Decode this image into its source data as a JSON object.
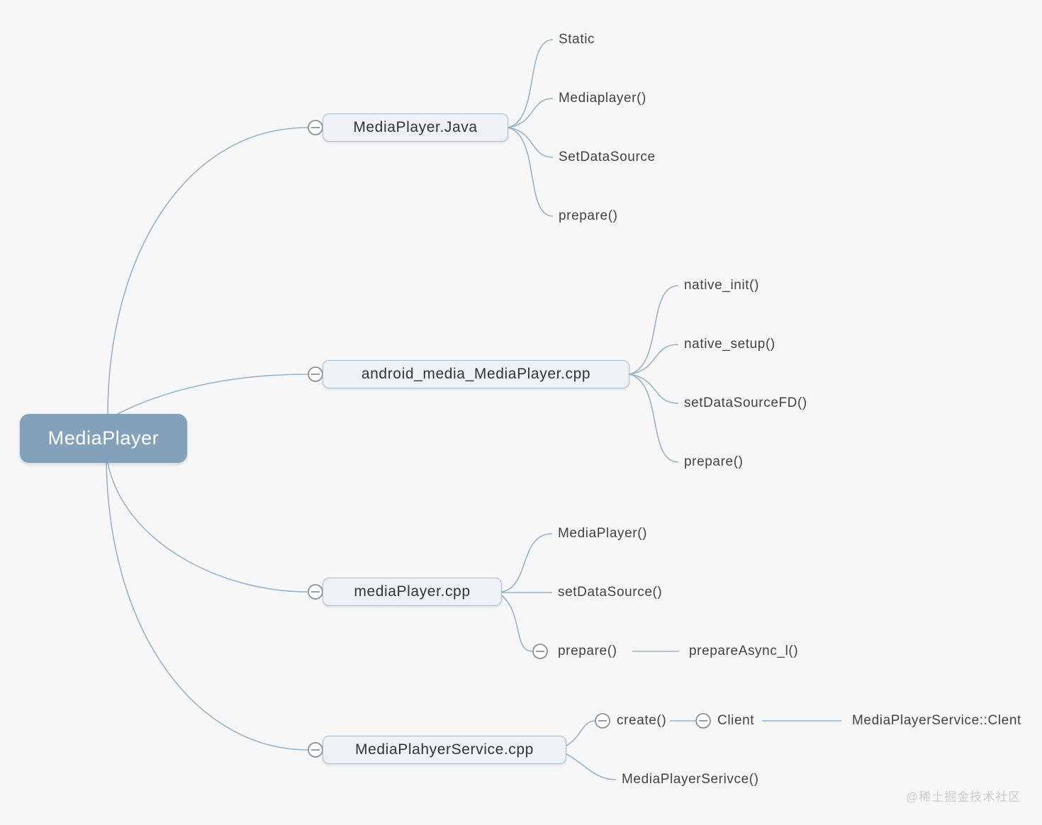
{
  "root": {
    "label": "MediaPlayer"
  },
  "branches": [
    {
      "label": "MediaPlayer.Java",
      "children": [
        {
          "label": "Static"
        },
        {
          "label": "Mediaplayer()"
        },
        {
          "label": "SetDataSource"
        },
        {
          "label": "prepare()"
        }
      ]
    },
    {
      "label": "android_media_MediaPlayer.cpp",
      "children": [
        {
          "label": "native_init()"
        },
        {
          "label": "native_setup()"
        },
        {
          "label": "setDataSourceFD()"
        },
        {
          "label": "prepare()"
        }
      ]
    },
    {
      "label": "mediaPlayer.cpp",
      "children": [
        {
          "label": "MediaPlayer()"
        },
        {
          "label": "setDataSource()"
        },
        {
          "label": "prepare()",
          "children": [
            {
              "label": "prepareAsync_l()"
            }
          ]
        }
      ]
    },
    {
      "label": "MediaPlahyerService.cpp",
      "children": [
        {
          "label": "create()",
          "children": [
            {
              "label": "Client",
              "children": [
                {
                  "label": "MediaPlayerService::Clent"
                }
              ]
            }
          ]
        },
        {
          "label": "MediaPlayerSerivce()"
        }
      ]
    }
  ],
  "watermark": "@稀土掘金技术社区",
  "colors": {
    "background": "#f7f7f8",
    "root_fill": "#84a1bb",
    "root_text": "#ffffff",
    "node_fill": "#eef2f7",
    "node_border": "#a3bdd3",
    "connector": "#96b3cb",
    "collapse_icon": "#8a9197",
    "leaf_text": "#3f4347",
    "watermark_text": "#c9ccd0"
  }
}
